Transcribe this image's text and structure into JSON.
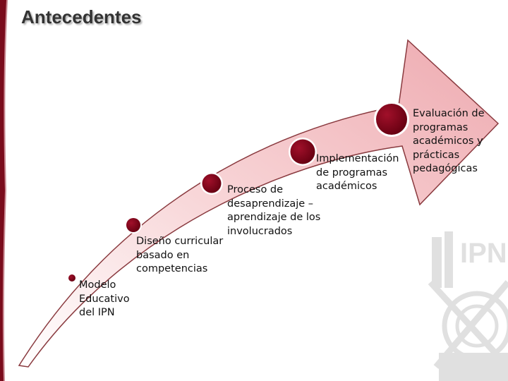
{
  "slide": {
    "title": "Antecedentes",
    "steps": [
      {
        "label": "Modelo\nEducativo\ndel IPN"
      },
      {
        "label": "Diseño curricular\nbasado en\ncompetencias"
      },
      {
        "label": "Proceso de\ndesaprendizaje –\naprendizaje de los\ninvolucrados"
      },
      {
        "label": "Implementación\nde programas\nacadémicos"
      },
      {
        "label": "Evaluación de\nprogramas\nacadémicos y\nprácticas\npedagógicas"
      }
    ]
  },
  "colors": {
    "arrow_fill": "#f3b9bd",
    "arrow_stroke": "#8a3a3f",
    "bullet": "#7d0016",
    "sidebar": "#7a0c1c"
  },
  "icons": [
    "ipn-watermark-logo"
  ]
}
